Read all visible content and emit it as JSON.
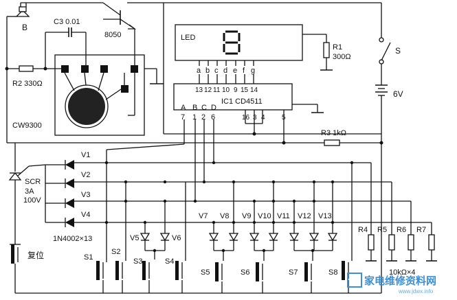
{
  "labels": {
    "speaker": "B",
    "c3": "C3  0.01",
    "transistor": "8050",
    "r2": "R2  330Ω",
    "sound_ic": "CW9300",
    "led": "LED",
    "r1_name": "R1",
    "r1_value": "300Ω",
    "switch": "S",
    "battery": "6V",
    "seg_pins": [
      "a",
      "b",
      "c",
      "d",
      "e",
      "f",
      "g"
    ],
    "seg_pin_nums": [
      "13",
      "12",
      "11",
      "10",
      "9",
      "15",
      "14"
    ],
    "ic_name": "IC1  CD4511",
    "input_letters": [
      "A",
      "B",
      "C",
      "D"
    ],
    "input_nums": [
      "7",
      "1",
      "2",
      "6"
    ],
    "pin_16": "16",
    "pin_3": "3",
    "pin_4": "4",
    "pin_5": "5",
    "r3": "R3  1kΩ",
    "scr": "SCR",
    "scr_rating_1": "3A",
    "scr_rating_2": "100V",
    "diodes_left": [
      "V1",
      "V2",
      "V3",
      "V4"
    ],
    "diodes_bottom": [
      "V5",
      "V6",
      "V7",
      "V8",
      "V9",
      "V10",
      "V11",
      "V12",
      "V13"
    ],
    "diode_type": "1N4002×13",
    "reset": "复位",
    "switches": [
      "S1",
      "S2",
      "S3",
      "S4",
      "S5",
      "S6",
      "S7",
      "S8"
    ],
    "resistors": [
      "R4",
      "R5",
      "R6",
      "R7"
    ],
    "resistor_value": "10kΩ×4"
  },
  "watermark": {
    "text": "家电维修资料网",
    "url": "www.jdwx.info"
  }
}
